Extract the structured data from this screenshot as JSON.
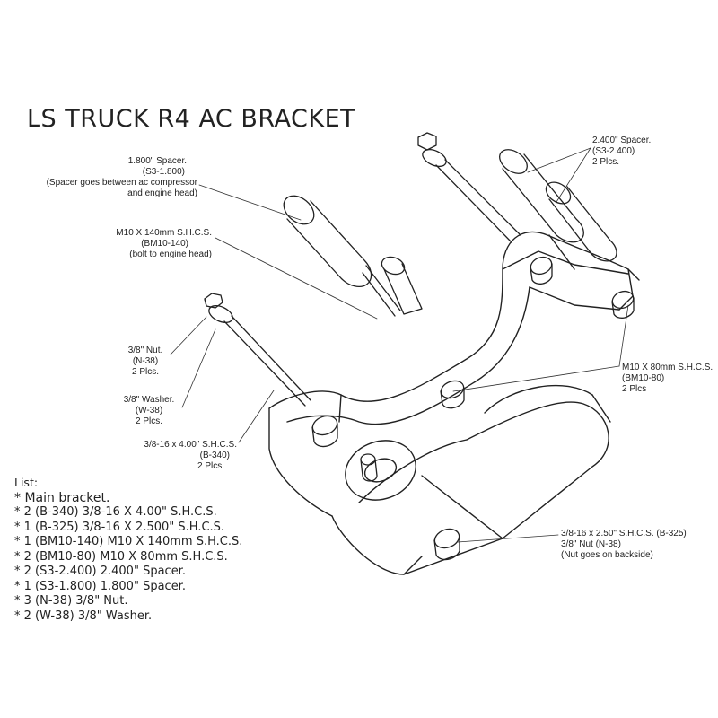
{
  "title": "LS TRUCK R4 AC BRACKET",
  "callouts": {
    "spacer_1800": [
      "1.800\" Spacer.",
      "(S3-1.800)",
      "(Spacer goes between ac compressor",
      "and engine head)"
    ],
    "bolt_m10_140": [
      "M10 X 140mm S.H.C.S.",
      "(BM10-140)",
      "(bolt to engine head)"
    ],
    "spacer_2400": [
      "2.400\" Spacer.",
      "(S3-2.400)",
      "2 Plcs."
    ],
    "nut_38": [
      "3/8\" Nut.",
      "(N-38)",
      "2 Plcs."
    ],
    "washer_38": [
      "3/8\" Washer.",
      "(W-38)",
      "2 Plcs."
    ],
    "bolt_b340": [
      "3/8-16 x 4.00\" S.H.C.S.",
      "(B-340)",
      "2 Plcs."
    ],
    "bolt_m10_80": [
      "M10 X 80mm S.H.C.S.",
      "(BM10-80)",
      "2 Plcs"
    ],
    "bolt_b325": [
      "3/8-16 x 2.50\" S.H.C.S. (B-325)",
      "3/8\" Nut (N-38)",
      "(Nut goes on backside)"
    ]
  },
  "parts_list": {
    "heading": "List:",
    "items": [
      "* Main bracket.",
      "* 2 (B-340) 3/8-16 X 4.00\" S.H.C.S.",
      "* 1 (B-325) 3/8-16 X 2.500\" S.H.C.S.",
      "* 1 (BM10-140) M10 X 140mm S.H.C.S.",
      "* 2 (BM10-80) M10 X 80mm S.H.C.S.",
      "* 2 (S3-2.400) 2.400\" Spacer.",
      "* 1 (S3-1.800) 1.800\" Spacer.",
      "* 3 (N-38) 3/8\" Nut.",
      "* 2 (W-38) 3/8\" Washer."
    ]
  },
  "colors": {
    "ink": "#222222",
    "paper": "#ffffff"
  }
}
